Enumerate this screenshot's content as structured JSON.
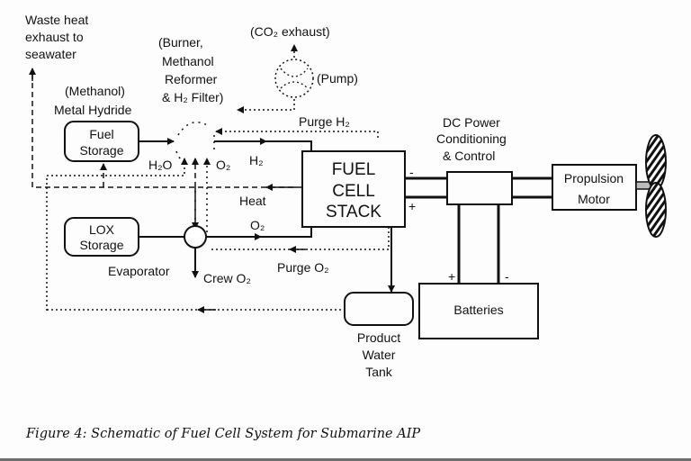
{
  "labels": {
    "waste_heat": [
      "Waste heat",
      "exhaust to",
      "seawater"
    ],
    "co2_exhaust": "(CO₂ exhaust)",
    "burner": [
      "(Burner,",
      "Methanol",
      "Reformer",
      "& H₂ Filter)"
    ],
    "pump": "(Pump)",
    "methanol": "(Methanol)",
    "metal_hydride": "Metal Hydride",
    "fuel_storage": [
      "Fuel",
      "Storage"
    ],
    "purge_h2": "Purge H₂",
    "h2o": "H₂O",
    "o2_top": "O₂",
    "h2": "H₂",
    "heat": "Heat",
    "fuel_cell_stack": [
      "FUEL",
      "CELL",
      "STACK"
    ],
    "lox_storage": [
      "LOX",
      "Storage"
    ],
    "o2_bottom": "O₂",
    "evaporator": "Evaporator",
    "crew_o2": "Crew O₂",
    "purge_o2": "Purge O₂",
    "dc_power": [
      "DC Power",
      "Conditioning",
      "& Control"
    ],
    "propulsion_motor": [
      "Propulsion",
      "Motor"
    ],
    "batteries": "Batteries",
    "product_water_tank": [
      "Product",
      "Water",
      "Tank"
    ],
    "minus": "-",
    "plus": "+"
  },
  "caption": "Figure 4:   Schematic of Fuel Cell System for Submarine AIP"
}
